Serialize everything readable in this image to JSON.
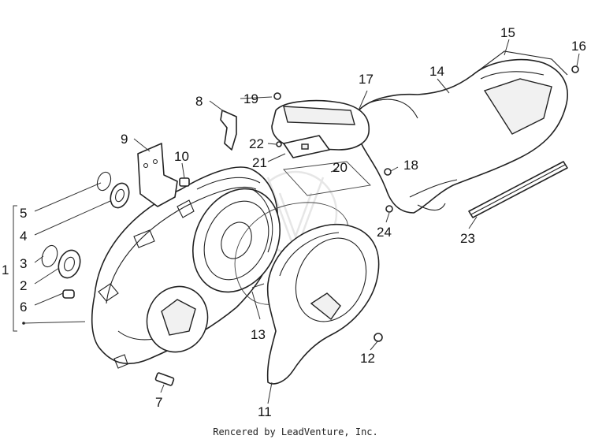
{
  "callouts": {
    "n1": "1",
    "n2": "2",
    "n3": "3",
    "n4": "4",
    "n5": "5",
    "n6": "6",
    "n7": "7",
    "n8": "8",
    "n9": "9",
    "n10": "10",
    "n11": "11",
    "n12": "12",
    "n13": "13",
    "n14": "14",
    "n15": "15",
    "n16": "16",
    "n17": "17",
    "n18": "18",
    "n19": "19",
    "n20": "20",
    "n21": "21",
    "n22": "22",
    "n23": "23",
    "n24": "24"
  },
  "footer": "Rencered by LeadVenture, Inc."
}
